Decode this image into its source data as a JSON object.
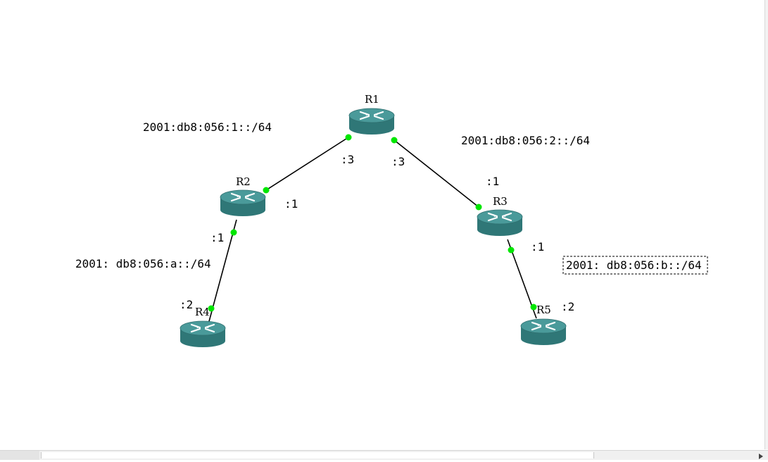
{
  "colors": {
    "link": "#000000",
    "port": "#00e600",
    "router_top": "#4a9a9a",
    "router_side": "#2f7777"
  },
  "routers": [
    {
      "id": "R1",
      "label": "R1"
    },
    {
      "id": "R2",
      "label": "R2"
    },
    {
      "id": "R3",
      "label": "R3"
    },
    {
      "id": "R4",
      "label": "R4"
    },
    {
      "id": "R5",
      "label": "R5"
    }
  ],
  "links": [
    {
      "from": "R1",
      "to": "R2",
      "from_if": ":3",
      "to_if": ":1",
      "subnet": "2001:db8:056:1::/64"
    },
    {
      "from": "R1",
      "to": "R3",
      "from_if": ":3",
      "to_if": ":1",
      "subnet": "2001:db8:056:2::/64"
    },
    {
      "from": "R2",
      "to": "R4",
      "from_if": ":1",
      "to_if": ":2",
      "subnet": "2001: db8:056:a::/64"
    },
    {
      "from": "R3",
      "to": "R5",
      "from_if": ":1",
      "to_if": ":2",
      "subnet": "2001: db8:056:b::/64"
    }
  ],
  "icons": {
    "router": "router-icon",
    "scroll_right": "arrow-right-icon"
  }
}
